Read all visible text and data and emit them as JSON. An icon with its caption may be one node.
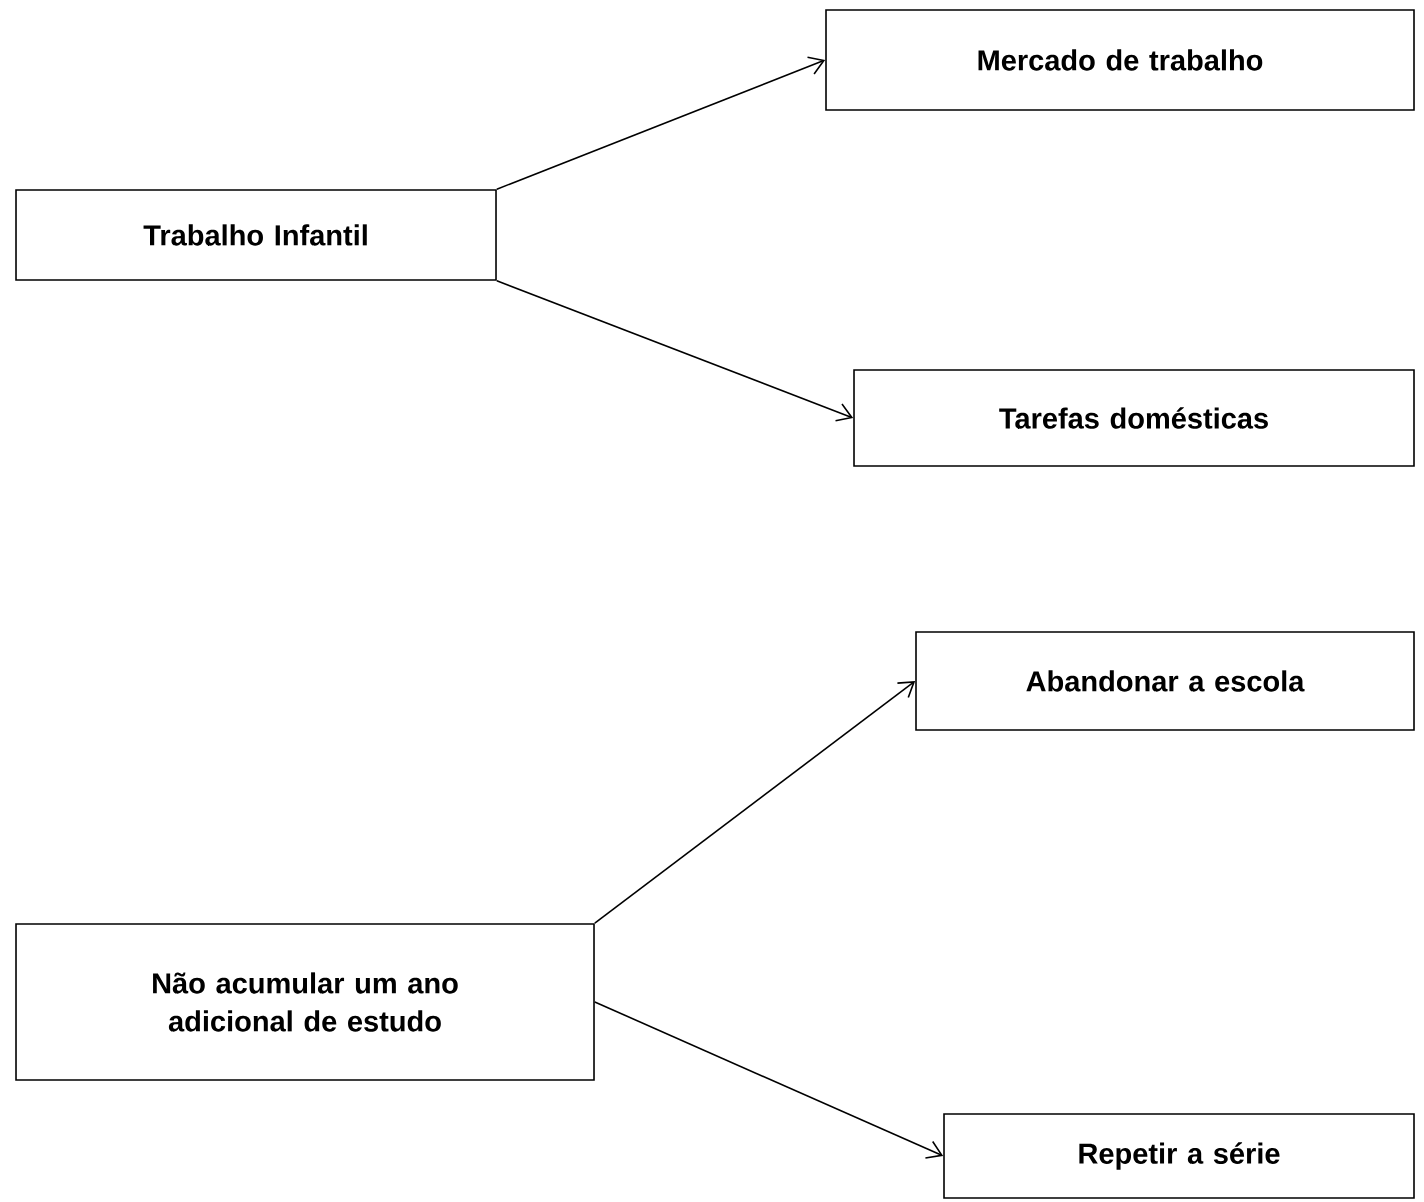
{
  "diagram": {
    "nodes": [
      {
        "text": [
          "Trabalho Infantil"
        ]
      },
      {
        "text": [
          "Mercado de trabalho"
        ]
      },
      {
        "text": [
          "Tarefas domésticas"
        ]
      },
      {
        "text": [
          "Não acumular um ano adicional de estudo"
        ]
      },
      {
        "text": [
          "Abandonar a escola"
        ]
      },
      {
        "text": [
          "Repetir a série"
        ]
      }
    ],
    "edges": [
      {
        "from": 0,
        "to": 1,
        "arrow": "to"
      },
      {
        "from": 0,
        "to": 2,
        "arrow": "to"
      },
      {
        "from": 3,
        "to": 4,
        "arrow": "to"
      },
      {
        "from": 3,
        "to": 5,
        "arrow": "to"
      }
    ]
  }
}
